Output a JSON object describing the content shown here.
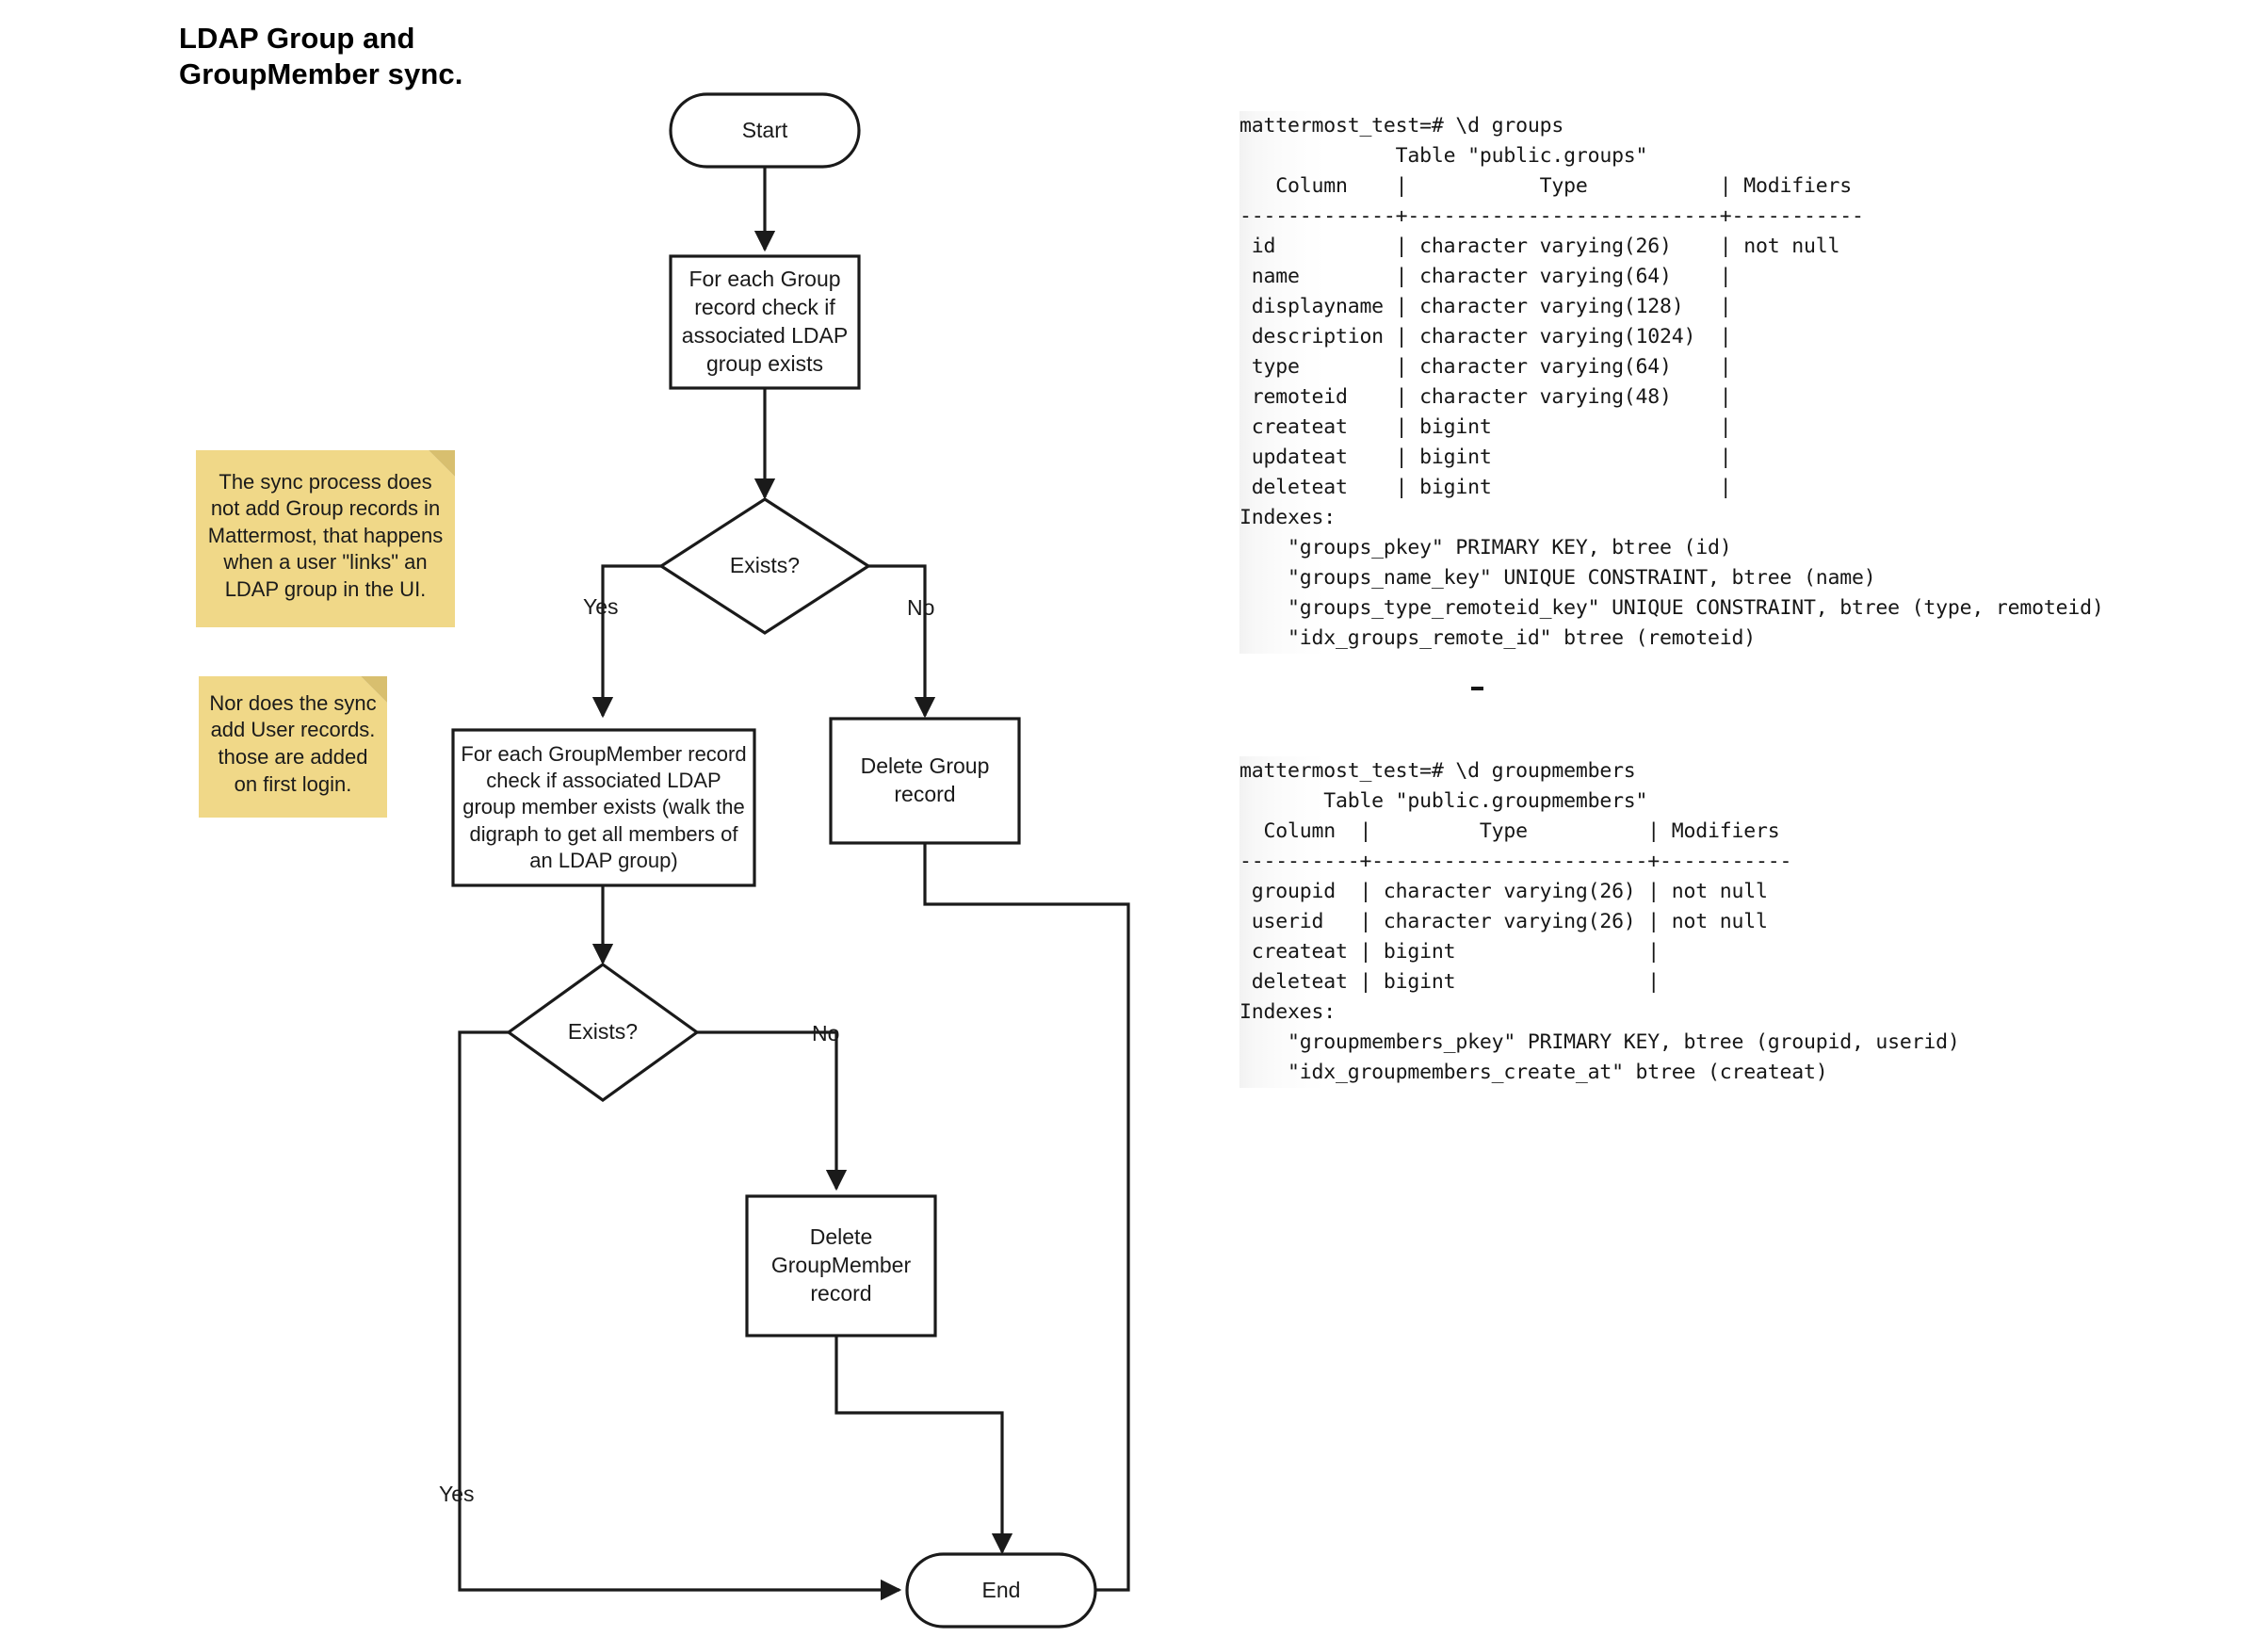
{
  "title": "LDAP Group and\nGroupMember sync.",
  "flowchart": {
    "nodes": {
      "start": "Start",
      "check_group": "For each Group\nrecord check if\nassociated LDAP\ngroup exists",
      "decision_group": "Exists?",
      "check_groupmember": "For each GroupMember record\ncheck if associated LDAP\ngroup member exists (walk the\ndigraph to get all members of\nan LDAP group)",
      "delete_group": "Delete Group\nrecord",
      "decision_member": "Exists?",
      "delete_groupmember": "Delete\nGroupMember\nrecord",
      "end": "End"
    },
    "edge_labels": {
      "group_yes": "Yes",
      "group_no": "No",
      "member_no": "No",
      "member_yes": "Yes"
    }
  },
  "notes": [
    {
      "text": "The sync process does\nnot add Group records in\nMattermost, that happens\nwhen a user \"links\" an\nLDAP group in the UI."
    },
    {
      "text": "Nor does the sync\nadd User records.\nthose are added\non first login."
    }
  ],
  "terminals": [
    {
      "name": "groups-table",
      "text": "mattermost_test=# \\d groups\n             Table \"public.groups\"\n   Column    |           Type           | Modifiers\n-------------+--------------------------+-----------\n id          | character varying(26)    | not null\n name        | character varying(64)    |\n displayname | character varying(128)   |\n description | character varying(1024)  |\n type        | character varying(64)    |\n remoteid    | character varying(48)    |\n createat    | bigint                   |\n updateat    | bigint                   |\n deleteat    | bigint                   |\nIndexes:\n    \"groups_pkey\" PRIMARY KEY, btree (id)\n    \"groups_name_key\" UNIQUE CONSTRAINT, btree (name)\n    \"groups_type_remoteid_key\" UNIQUE CONSTRAINT, btree (type, remoteid)\n    \"idx_groups_remote_id\" btree (remoteid)"
    },
    {
      "name": "groupmembers-table",
      "text": "mattermost_test=# \\d groupmembers\n       Table \"public.groupmembers\"\n  Column  |         Type          | Modifiers\n----------+-----------------------+-----------\n groupid  | character varying(26) | not null\n userid   | character varying(26) | not null\n createat | bigint                |\n deleteat | bigint                |\nIndexes:\n    \"groupmembers_pkey\" PRIMARY KEY, btree (groupid, userid)\n    \"idx_groupmembers_create_at\" btree (createat)"
    }
  ],
  "colors": {
    "note_bg": "#F0D888",
    "note_fold": "#D8BF6F",
    "stroke": "#1a1a1a",
    "text": "#000000"
  }
}
